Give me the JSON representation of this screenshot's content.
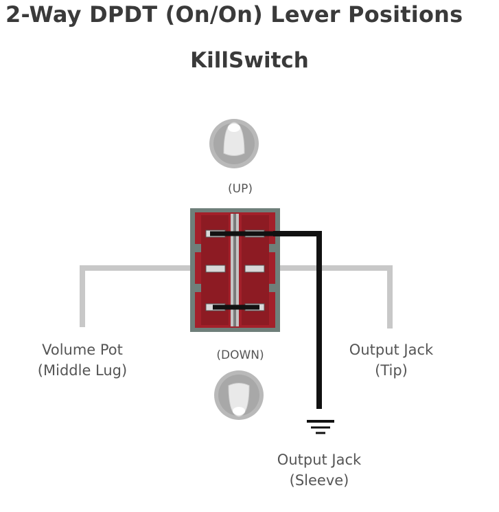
{
  "header": {
    "title": "2-Way DPDT (On/On) Lever Positions",
    "subtitle": "KillSwitch"
  },
  "labels": {
    "up": "(UP)",
    "down": "(DOWN)",
    "volume_pot": [
      "Volume Pot",
      "(Middle Lug)"
    ],
    "output_tip": [
      "Output Jack",
      "(Tip)"
    ],
    "output_sleeve": [
      "Output Jack",
      "(Sleeve)"
    ]
  },
  "colors": {
    "switch_body": "#a3202a",
    "switch_frame": "#6f7f7a",
    "wire_gray": "#c8c8c8",
    "wire_black": "#111111",
    "lever_gray": "#bdbdbd"
  },
  "icons": [
    "lever-up-icon",
    "lever-down-icon",
    "ground-icon"
  ]
}
